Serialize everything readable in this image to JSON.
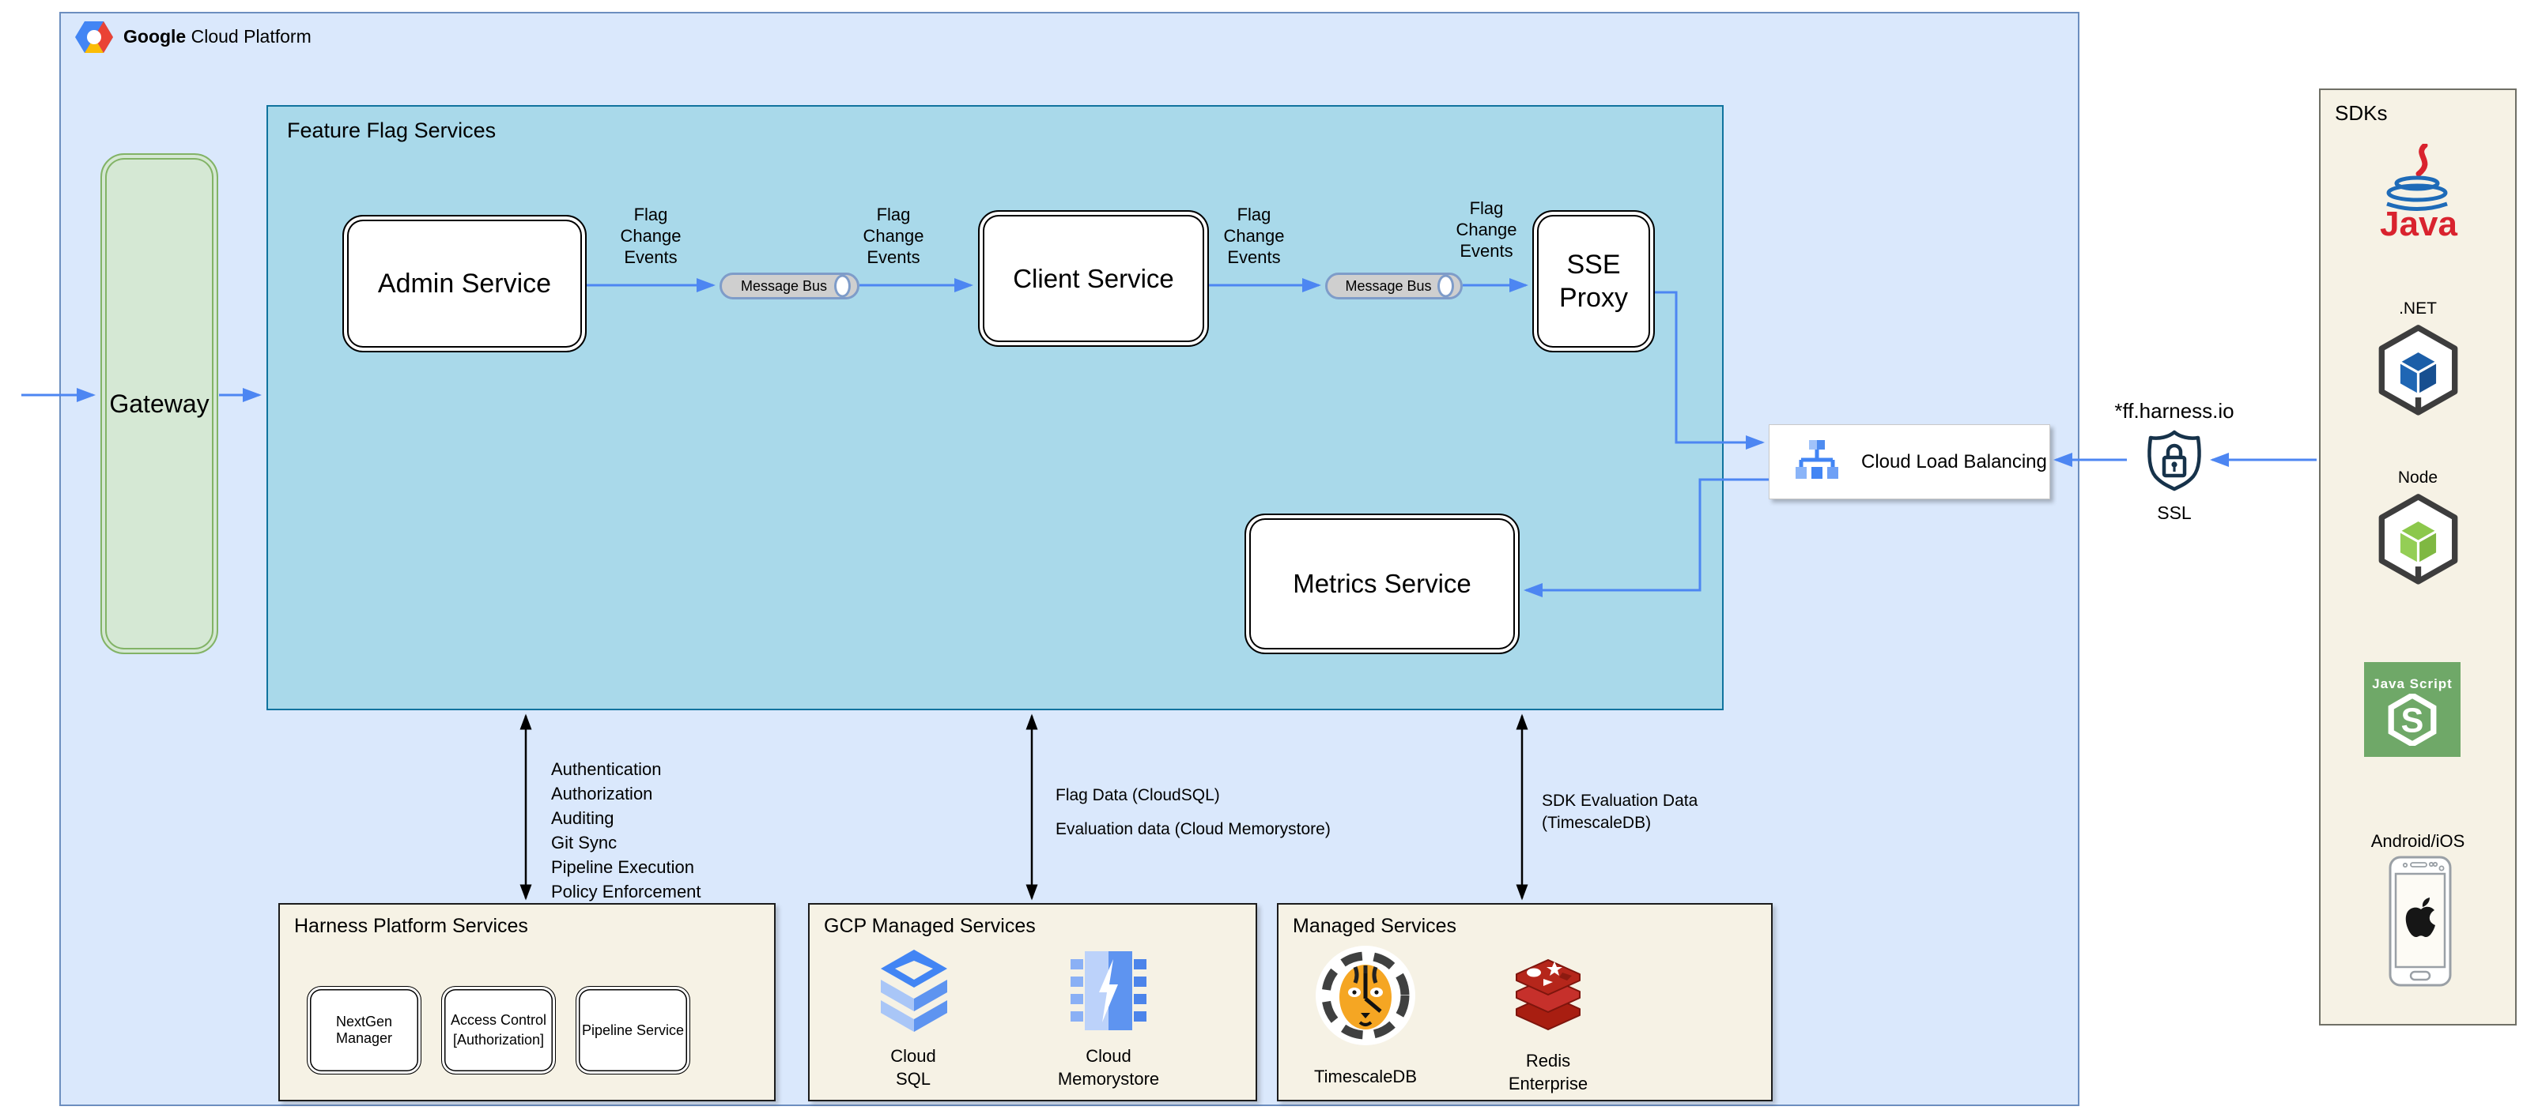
{
  "header": {
    "brand_bold": "Google",
    "brand_rest": "Cloud Platform"
  },
  "regions": {
    "feature_flag_services": {
      "title": "Feature Flag Services"
    },
    "sdks": {
      "title": "SDKs"
    },
    "platform_services": {
      "title": "Harness Platform Services"
    },
    "gcp_managed_services": {
      "title": "GCP Managed Services"
    },
    "managed_services": {
      "title": "Managed Services"
    }
  },
  "nodes": {
    "gateway": "Gateway",
    "admin_service": "Admin Service",
    "client_service": "Client Service",
    "sse_proxy_line1": "SSE",
    "sse_proxy_line2": "Proxy",
    "metrics_service": "Metrics Service",
    "message_bus": "Message Bus",
    "load_balancer": "Cloud Load Balancing",
    "nextgen_manager": "NextGen Manager",
    "access_control_line1": "Access Control",
    "access_control_line2": "[Authorization]",
    "pipeline_service": "Pipeline Service"
  },
  "edge_labels": {
    "flag_change": [
      "Flag",
      "Change",
      "Events"
    ],
    "platform_list": [
      "Authentication",
      "Authorization",
      "Auditing",
      "Git Sync",
      "Pipeline Execution",
      "Policy Enforcement"
    ],
    "gcp_list": [
      "Flag Data (CloudSQL)",
      "Evaluation data (Cloud Memorystore)"
    ],
    "managed_list": [
      "SDK Evaluation Data",
      "(TimescaleDB)"
    ]
  },
  "ssl": {
    "domain": "*ff.harness.io",
    "label": "SSL"
  },
  "sdk_items": {
    "java": {
      "logo_text": "Java"
    },
    "dotnet": {
      "label": ".NET"
    },
    "node": {
      "label": "Node"
    },
    "javascript": {
      "tile_title": "Java Script",
      "tile_letter": "S"
    },
    "mobile": {
      "label": "Android/iOS"
    }
  },
  "datastores": {
    "cloud_sql": [
      "Cloud",
      "SQL"
    ],
    "cloud_memorystore": [
      "Cloud",
      "Memorystore"
    ],
    "timescaledb": "TimescaleDB",
    "redis": [
      "Redis",
      "Enterprise"
    ]
  },
  "icons": {
    "gcp_logo": "gcp-hexagon-logo",
    "load_balancer": "cloud-load-balancing-icon",
    "ssl_shield": "ssl-shield-lock-icon",
    "message_bus": "cylinder-queue",
    "java": "java-cup-logo",
    "dotnet": "dotnet-cube",
    "node": "node-cube",
    "javascript": "javascript-hexagon-tile",
    "mobile": "smartphone-apple-logo",
    "cloud_sql": "cloud-sql-stack",
    "cloud_memorystore": "memorystore-chip-bolt",
    "timescaledb": "tiger-clock-logo",
    "redis": "redis-stack-logo"
  },
  "colors": {
    "outer_fill": "#dae8fc",
    "outer_stroke": "#6c8ebf",
    "ffs_fill": "#a9d9ea",
    "ffs_stroke": "#10739e",
    "gateway_fill": "#d5e8d4",
    "gateway_stroke": "#82b366",
    "cream_fill": "#f6f2e5",
    "arrow_blue": "#4d86f2",
    "arrow_black": "#000000",
    "gcp_blue": "#4285f4",
    "dotnet_blue": "#1b5ea8",
    "node_green": "#8cc84b",
    "js_green": "#6fa868",
    "redis_red": "#c6302b",
    "tiger_orange": "#f5a623"
  }
}
